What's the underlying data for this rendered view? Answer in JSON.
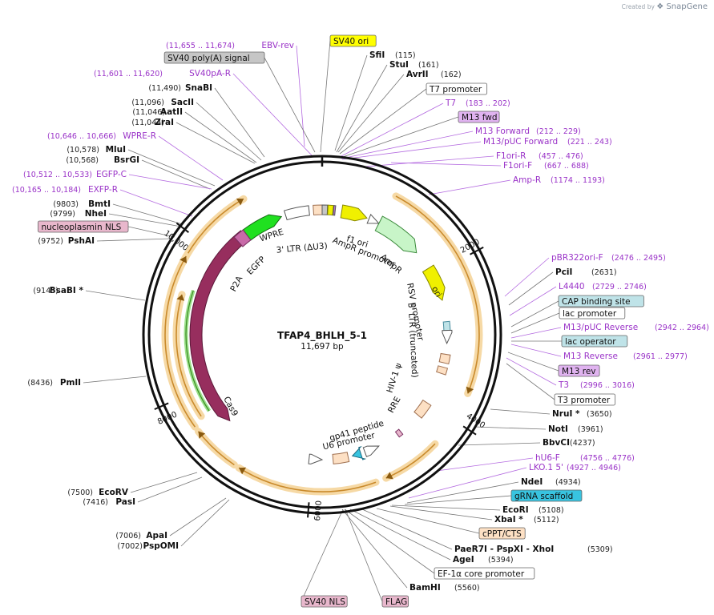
{
  "brand": {
    "created_by": "Created by",
    "app": "SnapGene"
  },
  "map": {
    "name": "TFAP4_BHLH_5-1",
    "length_label": "11,697 bp"
  },
  "ticks": [
    "2000",
    "4000",
    "6000",
    "8000",
    "10,000"
  ],
  "inner_features": [
    "WPRE",
    "3' LTR (ΔU3)",
    "f1 ori",
    "AmpR promoter",
    "AmpR",
    "ori",
    "RSV promoter",
    "5' LTR (truncated)",
    "HIV-1 ψ",
    "RRE",
    "gp41 peptide",
    "U6 promoter",
    "Cas9",
    "P2A",
    "EGFP"
  ],
  "left_labels": [
    {
      "coord": "(11,655 .. 11,674)",
      "name": "EBV-rev",
      "style": "feature"
    },
    {
      "name": "SV40 poly(A) signal",
      "style": "box-gray"
    },
    {
      "coord": "(11,601 .. 11,620)",
      "name": "SV40pA-R",
      "style": "feature"
    },
    {
      "coord": "(11,490)",
      "name": "SnaBI",
      "style": "enzyme"
    },
    {
      "coord": "(11,096)",
      "name": "SacII",
      "style": "enzyme"
    },
    {
      "coord": "(11,046)",
      "name": "AatII",
      "style": "enzyme"
    },
    {
      "coord": "(11,044)",
      "name": "ZraI",
      "style": "enzyme"
    },
    {
      "coord": "(10,646 .. 10,666)",
      "name": "WPRE-R",
      "style": "feature"
    },
    {
      "coord": "(10,578)",
      "name": "MluI",
      "style": "enzyme"
    },
    {
      "coord": "(10,568)",
      "name": "BsrGI",
      "style": "enzyme"
    },
    {
      "coord": "(10,512 .. 10,533)",
      "name": "EGFP-C",
      "style": "feature"
    },
    {
      "coord": "(10,165 .. 10,184)",
      "name": "EXFP-R",
      "style": "feature"
    },
    {
      "coord": "(9803)",
      "name": "BmtI",
      "style": "enzyme"
    },
    {
      "coord": "(9799)",
      "name": "NheI",
      "style": "enzyme"
    },
    {
      "name": "nucleoplasmin NLS",
      "style": "box-pink"
    },
    {
      "coord": "(9752)",
      "name": "PshAI",
      "style": "enzyme"
    },
    {
      "coord": "(9145)",
      "name": "BsaBI *",
      "style": "enzyme"
    },
    {
      "coord": "(8436)",
      "name": "PmlI",
      "style": "enzyme"
    },
    {
      "coord": "(7500)",
      "name": "EcoRV",
      "style": "enzyme"
    },
    {
      "coord": "(7416)",
      "name": "PasI",
      "style": "enzyme"
    },
    {
      "coord": "(7006)",
      "name": "ApaI",
      "style": "enzyme"
    },
    {
      "coord": "(7002)",
      "name": "PspOMI",
      "style": "enzyme"
    }
  ],
  "top_labels": [
    {
      "name": "SV40 ori",
      "style": "box-yellow"
    },
    {
      "name": "SfiI",
      "coord": "(115)",
      "style": "enzyme"
    },
    {
      "name": "StuI",
      "coord": "(161)",
      "style": "enzyme"
    },
    {
      "name": "AvrII",
      "coord": "(162)",
      "style": "enzyme"
    },
    {
      "name": "T7 promoter",
      "style": "box-white"
    },
    {
      "name": "T7",
      "coord": "(183 .. 202)",
      "style": "feature"
    },
    {
      "name": "M13 fwd",
      "style": "box-violet"
    },
    {
      "name": "M13 Forward",
      "coord": "(212 .. 229)",
      "style": "feature"
    },
    {
      "name": "M13/pUC Forward",
      "coord": "(221 .. 243)",
      "style": "feature"
    },
    {
      "name": "F1ori-R",
      "coord": "(457 .. 476)",
      "style": "feature"
    },
    {
      "name": "F1ori-F",
      "coord": "(667 .. 688)",
      "style": "feature"
    },
    {
      "name": "Amp-R",
      "coord": "(1174 .. 1193)",
      "style": "feature"
    }
  ],
  "right_labels": [
    {
      "name": "pBR322ori-F",
      "coord": "(2476 .. 2495)",
      "style": "feature"
    },
    {
      "name": "PciI",
      "coord": "(2631)",
      "style": "enzyme"
    },
    {
      "name": "L4440",
      "coord": "(2729 .. 2746)",
      "style": "feature"
    },
    {
      "name": "CAP binding site",
      "style": "box-teal"
    },
    {
      "name": "lac promoter",
      "style": "box-white"
    },
    {
      "name": "M13/pUC Reverse",
      "coord": "(2942 .. 2964)",
      "style": "feature"
    },
    {
      "name": "lac operator",
      "style": "box-teal"
    },
    {
      "name": "M13 Reverse",
      "coord": "(2961 .. 2977)",
      "style": "feature"
    },
    {
      "name": "M13 rev",
      "style": "box-violet"
    },
    {
      "name": "T3",
      "coord": "(2996 .. 3016)",
      "style": "feature"
    },
    {
      "name": "T3 promoter",
      "style": "box-white"
    },
    {
      "name": "NruI *",
      "coord": "(3650)",
      "style": "enzyme"
    },
    {
      "name": "NotI",
      "coord": "(3961)",
      "style": "enzyme"
    },
    {
      "name": "BbvCI",
      "coord": "(4237)",
      "style": "enzyme"
    },
    {
      "name": "hU6-F",
      "coord": "(4756 .. 4776)",
      "style": "feature"
    },
    {
      "name": "LKO.1 5'",
      "coord": "(4927 .. 4946)",
      "style": "feature"
    },
    {
      "name": "NdeI",
      "coord": "(4934)",
      "style": "enzyme"
    },
    {
      "name": "gRNA scaffold",
      "style": "box-cyan"
    },
    {
      "name": "EcoRI",
      "coord": "(5108)",
      "style": "enzyme"
    },
    {
      "name": "XbaI *",
      "coord": "(5112)",
      "style": "enzyme"
    },
    {
      "name": "cPPT/CTS",
      "style": "box-peach"
    },
    {
      "name": "PaeR7I - PspXI - XhoI",
      "coord": "(5309)",
      "style": "enzyme"
    },
    {
      "name": "AgeI",
      "coord": "(5394)",
      "style": "enzyme"
    },
    {
      "name": "EF-1α core promoter",
      "style": "box-white"
    },
    {
      "name": "BamHI",
      "coord": "(5560)",
      "style": "enzyme"
    }
  ],
  "bottom_labels": [
    {
      "name": "SV40 NLS",
      "style": "box-pink"
    },
    {
      "name": "FLAG",
      "style": "box-pink"
    }
  ],
  "colors": {
    "feature_text": "#9a33c8",
    "cas9": "#972e5e",
    "egfp": "#20e020",
    "orf_band": "#f6d9a5",
    "orf_line": "#c98a2c",
    "ori": "#f0f000",
    "ampr": "#c8f5c8",
    "gray_box": "#c6c6c6",
    "yellow_box": "#ffff00",
    "violet_box": "#e0b3f0",
    "teal_box": "#bfe3e8",
    "cyan_box": "#38c4e0",
    "peach_box": "#fde0c4",
    "pink_box": "#e8b7cc"
  }
}
